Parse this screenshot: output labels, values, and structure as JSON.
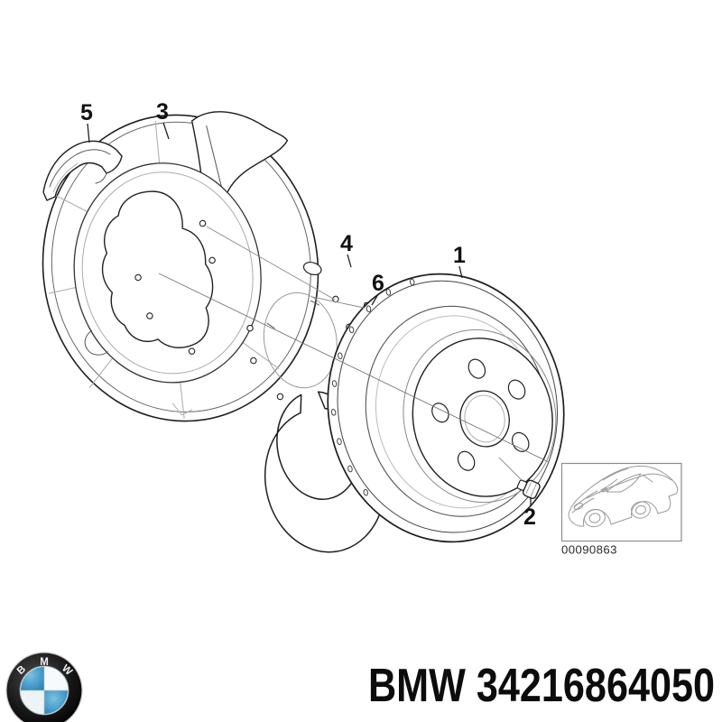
{
  "page": {
    "background": "#ffffff",
    "kind": "parts-catalog-exploded-diagram",
    "subject": "Rear brake disc with splash shield"
  },
  "diagram": {
    "callouts": [
      {
        "label": "1"
      },
      {
        "label": "2"
      },
      {
        "label": "3"
      },
      {
        "label": "4"
      },
      {
        "label": "5"
      },
      {
        "label": "6"
      }
    ],
    "inset": {
      "code": "00090863"
    },
    "colors": {
      "line": "#1f1f1f",
      "light_line": "#999999"
    }
  },
  "footer": {
    "part_label": "BMW 34216864050"
  },
  "logo": {
    "letters": [
      "B",
      "M",
      "W"
    ],
    "colors": {
      "ring": "#121212",
      "blue": "#2f96cd",
      "white": "#f7fafc"
    }
  }
}
